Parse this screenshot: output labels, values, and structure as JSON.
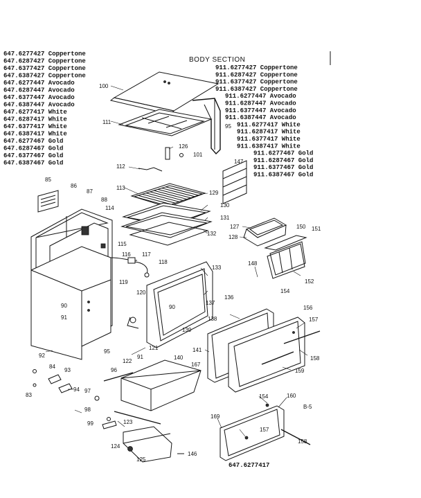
{
  "title": "BODY SECTION",
  "footer_model": "647.6277417",
  "left_models": [
    "647.6277427 Coppertone",
    "647.6287427 Coppertone",
    "647.6377427 Coppertone",
    "647.6387427 Coppertone",
    "647.6277447 Avocado",
    "647.6287447 Avocado",
    "647.6377447 Avocado",
    "647.6387447 Avocado",
    "647.6277417 White",
    "647.6287417 White",
    "647.6377417 White",
    "647.6387417 White",
    "647.6277467 Gold",
    "647.6287467 Gold",
    "647.6377467 Gold",
    "647.6387467 Gold"
  ],
  "right_models": [
    "911.6277427 Coppertone",
    "911.6287427 Coppertone",
    "911.6377427 Coppertone",
    "911.6387427 Coppertone",
    "911.6277447 Avocado",
    "911.6287447 Avocado",
    "911.6377447 Avocado",
    "911.6387447 Avocado",
    "911.6277417 White",
    "911.6287417 White",
    "911.6377417 White",
    "911.6387417 White",
    "911.6277467 Gold",
    "911.6287467 Gold",
    "911.6377467 Gold",
    "911.6387467 Gold"
  ],
  "parts": {
    "p100": "100",
    "p111": "111",
    "p95a": "95",
    "p126": "126",
    "p101": "101",
    "p112": "112",
    "p147": "147",
    "p85": "85",
    "p86": "86",
    "p87": "87",
    "p88": "88",
    "p113": "113",
    "p129": "129",
    "p130": "130",
    "p131": "131",
    "p114": "114",
    "p132": "132",
    "p127": "127",
    "p128": "128",
    "p150": "150",
    "p151": "151",
    "p115": "115",
    "p116": "116",
    "p117": "117",
    "p118": "118",
    "p148": "148",
    "p152": "152",
    "p119": "119",
    "p133": "133",
    "p120": "120",
    "p90a": "90",
    "p90b": "90",
    "p137": "137",
    "p136": "136",
    "p154a": "154",
    "p91a": "91",
    "p139": "139",
    "p138": "138",
    "p156": "156",
    "p157a": "157",
    "p92": "92",
    "p95b": "95",
    "p121": "121",
    "p141": "141",
    "p158a": "158",
    "p122": "122",
    "p91b": "91",
    "p140": "140",
    "p167": "167",
    "p84": "84",
    "p93": "93",
    "p96": "96",
    "p159": "159",
    "p94": "94",
    "p83": "83",
    "p97": "97",
    "p98": "98",
    "p154b": "154",
    "p160": "160",
    "b5": "B-5",
    "p99": "99",
    "p123": "123",
    "p169": "169",
    "p157b": "157",
    "p158b": "158",
    "p124": "124",
    "p146": "146",
    "p125": "125"
  }
}
